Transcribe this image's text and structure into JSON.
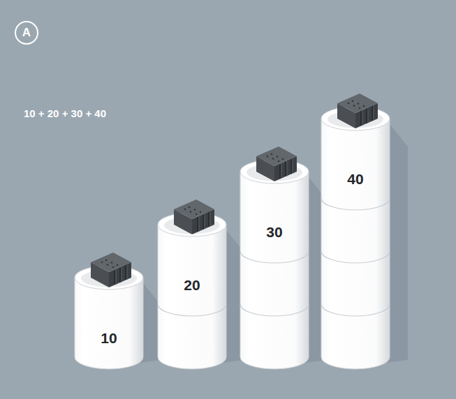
{
  "diagram": {
    "nodes": [
      {
        "text": [
          "10"
        ]
      },
      {
        "text": [
          "20"
        ]
      },
      {
        "text": [
          "30"
        ]
      },
      {
        "text": [
          "40"
        ]
      }
    ],
    "labels": [
      "A",
      "10 + 20 + 30 + 40"
    ]
  }
}
